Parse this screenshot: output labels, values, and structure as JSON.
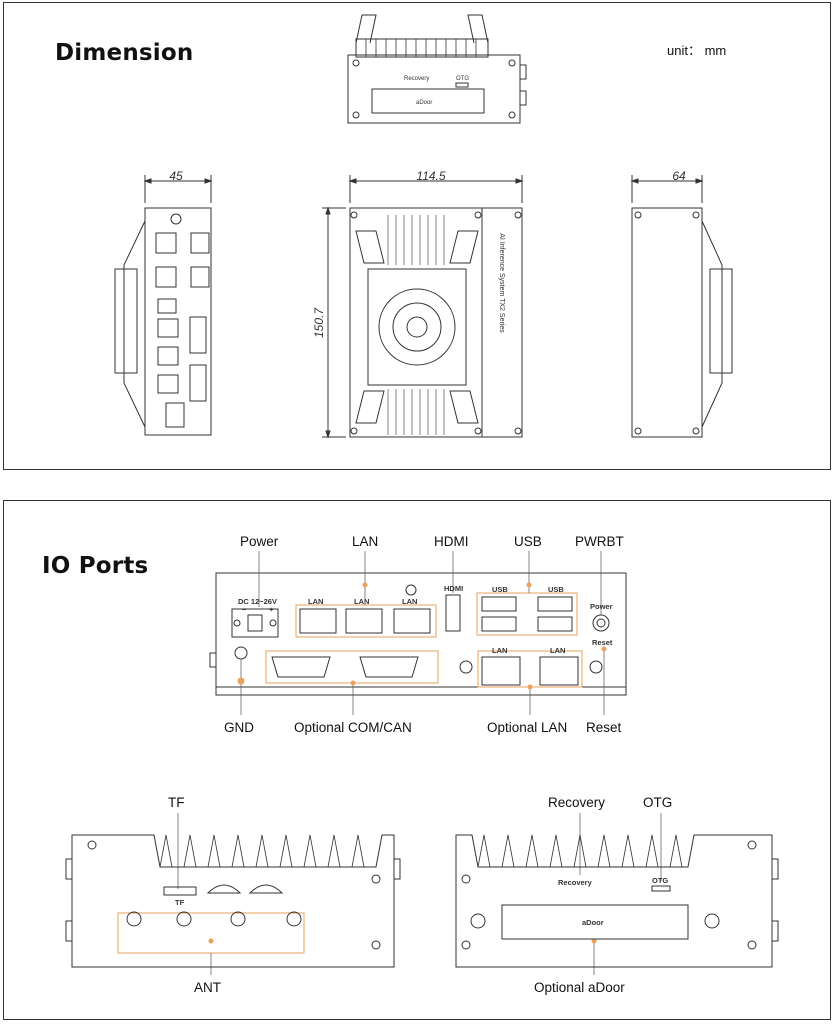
{
  "dimension": {
    "title": "Dimension",
    "unit": "unit： mm",
    "width": "45",
    "length": "114.5",
    "depth": "64",
    "height": "150.7",
    "top_view": {
      "recovery": "Recovery",
      "otg": "OTG",
      "adoor": "aDoor"
    },
    "front_side_text": "AI Inference System TX2 Series"
  },
  "io_ports": {
    "title": "IO Ports",
    "labels": {
      "power": "Power",
      "lan": "LAN",
      "hdmi": "HDMI",
      "usb": "USB",
      "pwrbt": "PWRBT",
      "gnd": "GND",
      "optional_com_can": "Optional COM/CAN",
      "optional_lan": "Optional LAN",
      "reset": "Reset",
      "tf": "TF",
      "ant": "ANT",
      "recovery": "Recovery",
      "otg": "OTG",
      "optional_adoor": "Optional  aDoor"
    },
    "panel_text": {
      "dc": "DC  12~26V",
      "minus": "−",
      "plus": "+",
      "lan": "LAN",
      "hdmi": "HDMI",
      "usb": "USB",
      "power": "Power",
      "reset": "Reset",
      "tf": "TF",
      "recovery": "Recovery",
      "otg": "OTG",
      "adoor": "aDoor"
    }
  },
  "colors": {
    "accent": "#e8a25a",
    "line": "#333333"
  }
}
